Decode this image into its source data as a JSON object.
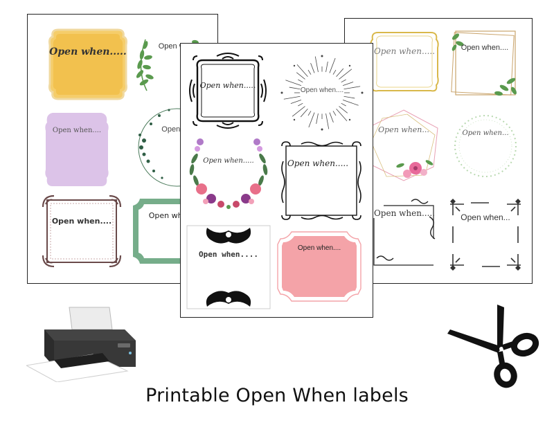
{
  "label_text": "Open when.....",
  "label_text_short": "Open when....",
  "label_text_alt": "Open when...",
  "caption": "Printable Open When labels",
  "colors": {
    "yellow": "#f2c14e",
    "lavender": "#dcc3e8",
    "sage": "#76ad8a",
    "pink": "#f4a3a8",
    "gold": "#d9b84a",
    "green_leaf": "#5a9a4e",
    "dark_frame": "#6a4a4a"
  },
  "icons": [
    "printer-icon",
    "scissors-icon"
  ]
}
